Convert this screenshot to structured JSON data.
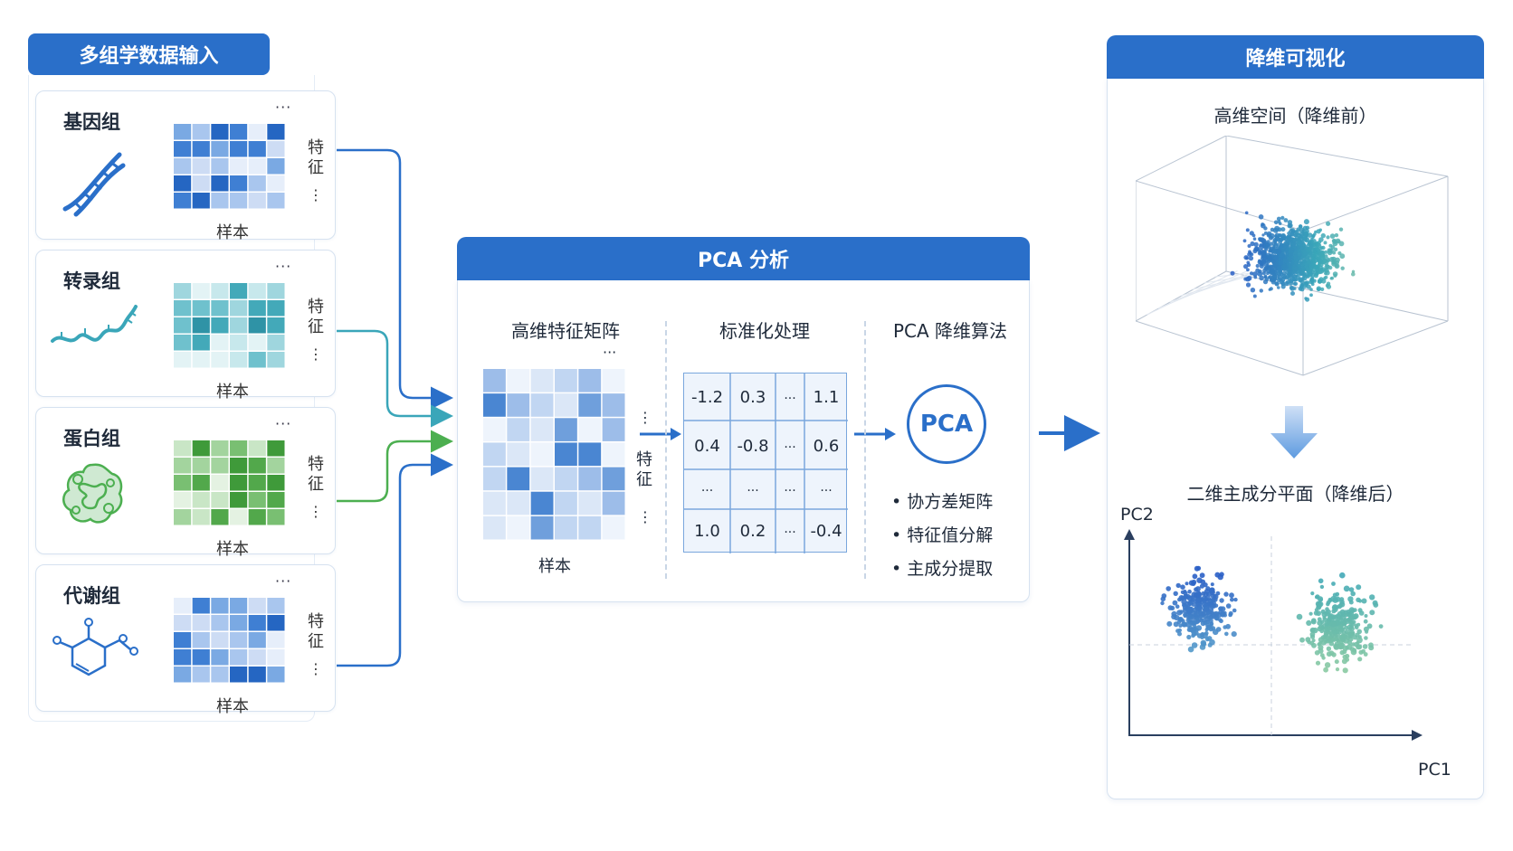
{
  "input": {
    "title": "多组学数据输入",
    "cards": [
      {
        "title": "基因组",
        "feature": "特征",
        "sample": "样本",
        "dots": "···",
        "vdots": "⋮",
        "icon": "dna-icon"
      },
      {
        "title": "转录组",
        "feature": "特征",
        "sample": "样本",
        "dots": "···",
        "vdots": "⋮",
        "icon": "rna-icon"
      },
      {
        "title": "蛋白组",
        "feature": "特征",
        "sample": "样本",
        "dots": "···",
        "vdots": "⋮",
        "icon": "protein-icon"
      },
      {
        "title": "代谢组",
        "feature": "特征",
        "sample": "样本",
        "dots": "···",
        "vdots": "⋮",
        "icon": "molecule-icon"
      }
    ]
  },
  "pca": {
    "title": "PCA 分析",
    "matrix_title": "高维特征矩阵",
    "matrix_feature": "特征",
    "matrix_sample": "样本",
    "matrix_dots": "···",
    "matrix_vdots": "⋮",
    "standardize_title": "标准化处理",
    "table": [
      [
        "-1.2",
        "0.3",
        "...",
        "1.1"
      ],
      [
        "0.4",
        "-0.8",
        "...",
        "0.6"
      ],
      [
        "...",
        "...",
        "...",
        "..."
      ],
      [
        "1.0",
        "0.2",
        "...",
        "-0.4"
      ]
    ],
    "algo_title": "PCA 降维算法",
    "algo_circle": "PCA",
    "bullets": [
      "协方差矩阵",
      "特征值分解",
      "主成分提取"
    ]
  },
  "viz": {
    "title": "降维可视化",
    "high_dim_title": "高维空间（降维前）",
    "low_dim_title": "二维主成分平面（降维后）",
    "x_axis": "PC1",
    "y_axis": "PC2"
  },
  "colors": {
    "header": "#2a6fc9",
    "blue": "#2a6fc9",
    "teal": "#3aa6b9",
    "green": "#4caf50",
    "light_border": "#d6e2f0"
  }
}
